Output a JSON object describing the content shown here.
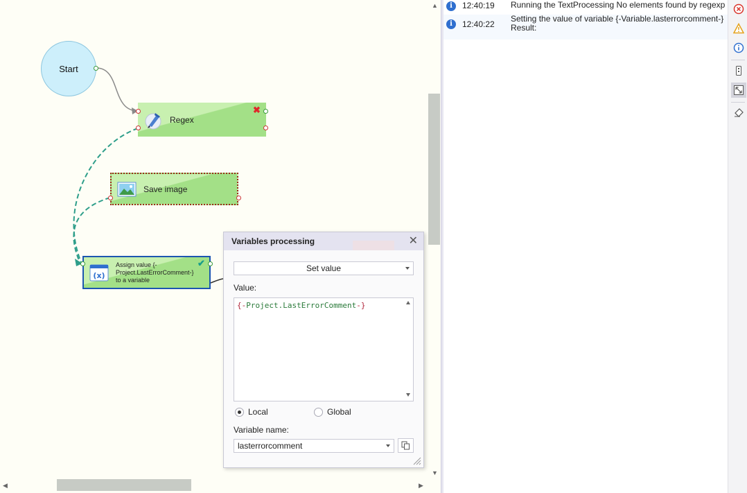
{
  "canvas": {
    "start_label": "Start",
    "regex_label": "Regex",
    "save_image_label": "Save image",
    "assign_label_lines": [
      "Assign value {-",
      "Project.LastErrorComment-}",
      "to a variable"
    ]
  },
  "log": {
    "entries": [
      {
        "time": "12:40:19",
        "message": "Running the TextProcessing  No elements found by regexp"
      },
      {
        "time": "12:40:22",
        "message_line1": "Setting the value of variable {-Variable.lasterrorcomment-}",
        "message_line2": "Result:"
      }
    ]
  },
  "toolbar": {
    "icons": [
      "error-icon",
      "warning-icon",
      "info-icon",
      "phone-icon",
      "expand-icon",
      "eraser-icon"
    ]
  },
  "dialog": {
    "title": "Variables processing",
    "operation_selected": "Set value",
    "value_label": "Value:",
    "value_text": "{-Project.LastErrorComment-}",
    "scope_local": "Local",
    "scope_global": "Global",
    "scope_selected": "Local",
    "variable_name_label": "Variable name:",
    "variable_name_value": "lasterrorcomment"
  },
  "colors": {
    "node_green": "#a3e087",
    "start_blue": "#cdeffb",
    "link_teal": "#2e9e8a",
    "selected_border": "#1c56b0",
    "info_blue": "#2f6fcf"
  }
}
